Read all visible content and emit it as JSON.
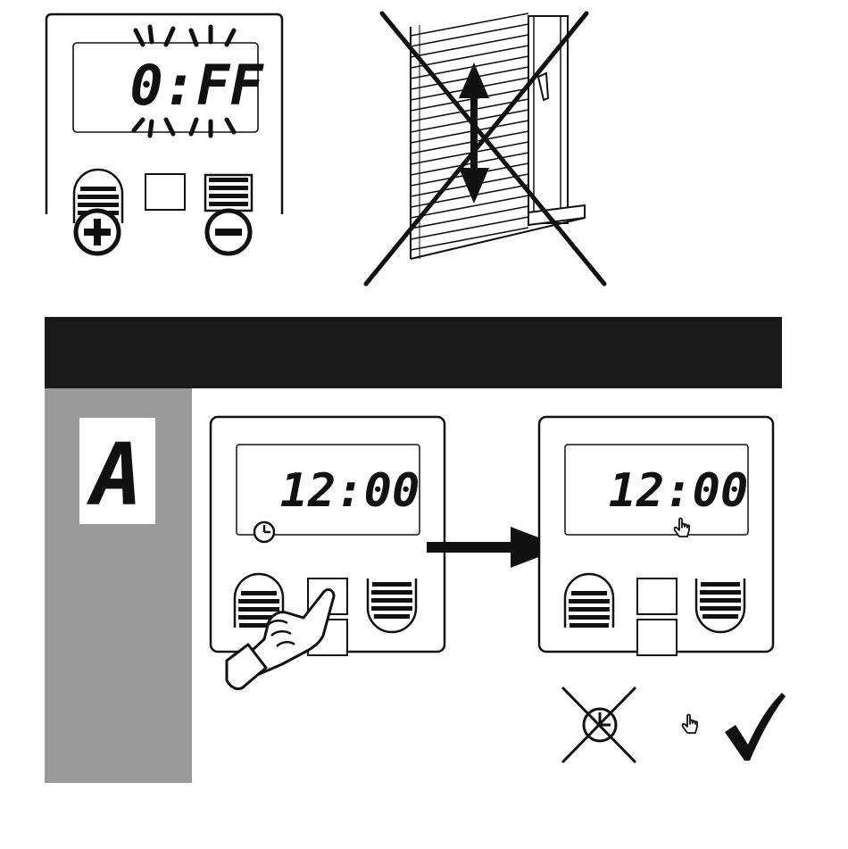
{
  "top_display": {
    "text": "0:FF"
  },
  "step": {
    "letter": "A"
  },
  "panel_before": {
    "time": "12:00"
  },
  "panel_after": {
    "time": "12:00"
  },
  "colors": {
    "ink": "#111111",
    "band": "#1a1a1a",
    "sidebar": "#9a9a9a",
    "paper": "#ffffff"
  },
  "icons": [
    "plus-icon",
    "minus-icon",
    "clock-icon",
    "hand-icon",
    "arrow-right-icon",
    "crossed-clock-icon",
    "check-icon",
    "crossed-shutter-icon"
  ]
}
